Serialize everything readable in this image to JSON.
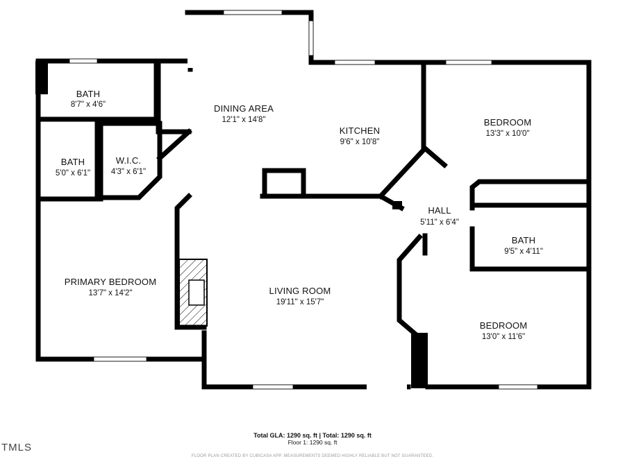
{
  "rooms": {
    "bath1": {
      "name": "BATH",
      "dims": "8'7\" x 4'6\""
    },
    "bath2": {
      "name": "BATH",
      "dims": "5'0\" x 6'1\""
    },
    "wic": {
      "name": "W.I.C.",
      "dims": "4'3\" x 6'1\""
    },
    "dining": {
      "name": "DINING AREA",
      "dims": "12'1\" x 14'8\""
    },
    "kitchen": {
      "name": "KITCHEN",
      "dims": "9'6\" x 10'8\""
    },
    "bedroom1": {
      "name": "BEDROOM",
      "dims": "13'3\" x 10'0\""
    },
    "hall": {
      "name": "HALL",
      "dims": "5'11\" x 6'4\""
    },
    "bath3": {
      "name": "BATH",
      "dims": "9'5\" x 4'11\""
    },
    "primary": {
      "name": "PRIMARY BEDROOM",
      "dims": "13'7\" x 14'2\""
    },
    "living": {
      "name": "LIVING ROOM",
      "dims": "19'11\" x 15'7\""
    },
    "bedroom2": {
      "name": "BEDROOM",
      "dims": "13'0\" x 11'6\""
    }
  },
  "footer": {
    "gla": "Total GLA: 1290 sq. ft | Total: 1290 sq. ft",
    "floor": "Floor 1: 1290 sq. ft",
    "disclaimer": "FLOOR PLAN CREATED BY CUBICASA APP. MEASUREMENTS DEEMED HIGHLY RELIABLE BUT NOT GUARANTEED.",
    "logo": "TMLS"
  },
  "colors": {
    "wall": "#000000",
    "background": "#ffffff",
    "window": "#ffffff",
    "text": "#111111"
  }
}
